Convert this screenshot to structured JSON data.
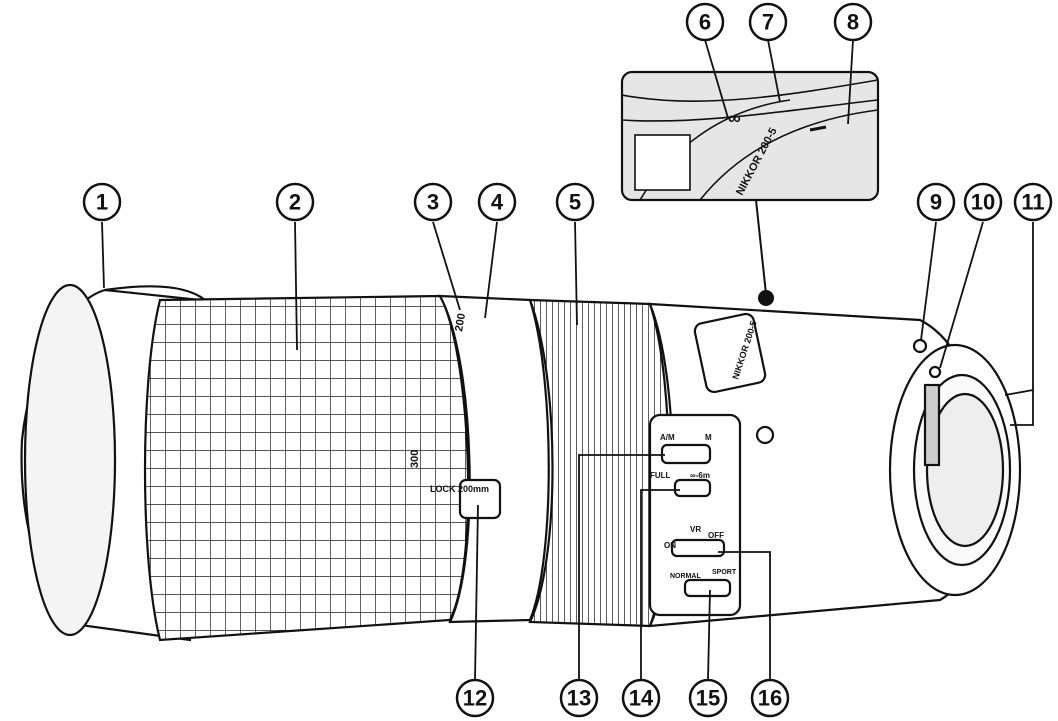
{
  "callouts": [
    {
      "id": "c1",
      "label": "1"
    },
    {
      "id": "c2",
      "label": "2"
    },
    {
      "id": "c3",
      "label": "3"
    },
    {
      "id": "c4",
      "label": "4"
    },
    {
      "id": "c5",
      "label": "5"
    },
    {
      "id": "c6",
      "label": "6"
    },
    {
      "id": "c7",
      "label": "7"
    },
    {
      "id": "c8",
      "label": "8"
    },
    {
      "id": "c9",
      "label": "9"
    },
    {
      "id": "c10",
      "label": "10"
    },
    {
      "id": "c11",
      "label": "11"
    },
    {
      "id": "c12",
      "label": "12"
    },
    {
      "id": "c13",
      "label": "13"
    },
    {
      "id": "c14",
      "label": "14"
    },
    {
      "id": "c15",
      "label": "15"
    },
    {
      "id": "c16",
      "label": "16"
    }
  ],
  "lens_markings": {
    "focal_200": "200",
    "focal_300": "300",
    "lock_label": "LOCK 200mm",
    "inset_infinity": "∞",
    "inset_lens_name": "NIKKOR 200-5",
    "body_lens_name": "NIKKOR 200-5",
    "switch_af_m": "A/M",
    "switch_m": "M",
    "switch_full": "FULL",
    "switch_range": "∞-6m",
    "switch_vr": "VR",
    "switch_on": "ON",
    "switch_off": "OFF",
    "switch_normal": "NORMAL",
    "switch_sport": "SPORT"
  },
  "colors": {
    "ink": "#111111",
    "paper": "#ffffff",
    "inset_bg": "#d9d9d9",
    "shade": "#cfcfcf"
  }
}
